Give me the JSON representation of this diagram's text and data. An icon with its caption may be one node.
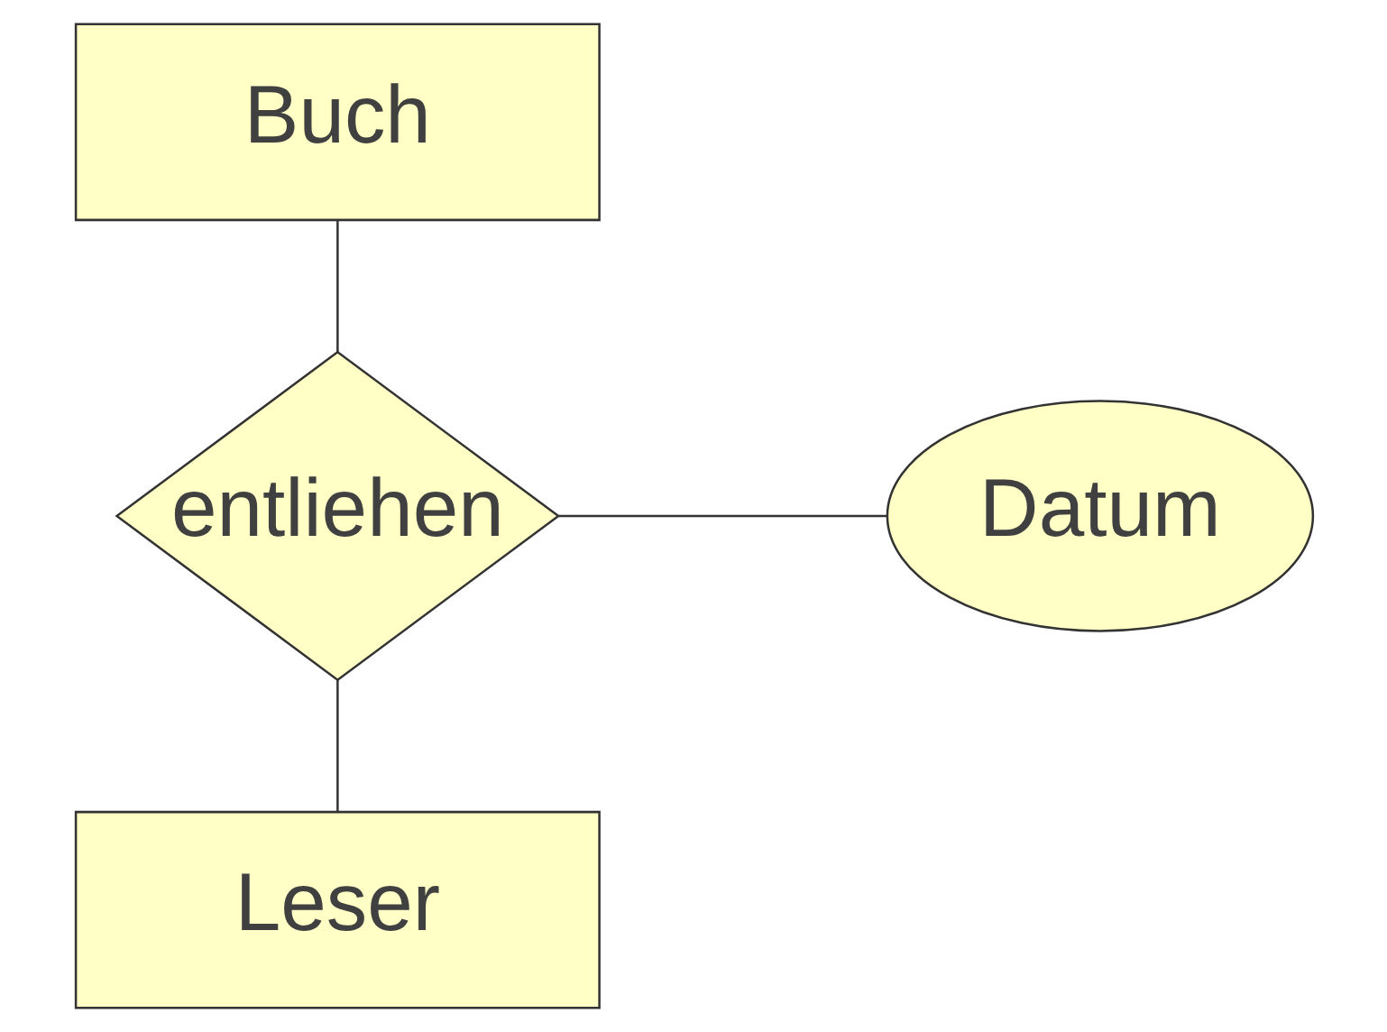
{
  "diagram": {
    "nodes": [
      {
        "text": [
          "Buch"
        ]
      },
      {
        "text": [
          "entliehen"
        ]
      },
      {
        "text": [
          "Datum"
        ]
      },
      {
        "text": [
          "Leser"
        ]
      }
    ],
    "edges": [
      {
        "from": 0,
        "to": 1,
        "arrow": "none"
      },
      {
        "from": 1,
        "to": 2,
        "arrow": "none"
      },
      {
        "from": 1,
        "to": 3,
        "arrow": "none"
      }
    ]
  }
}
